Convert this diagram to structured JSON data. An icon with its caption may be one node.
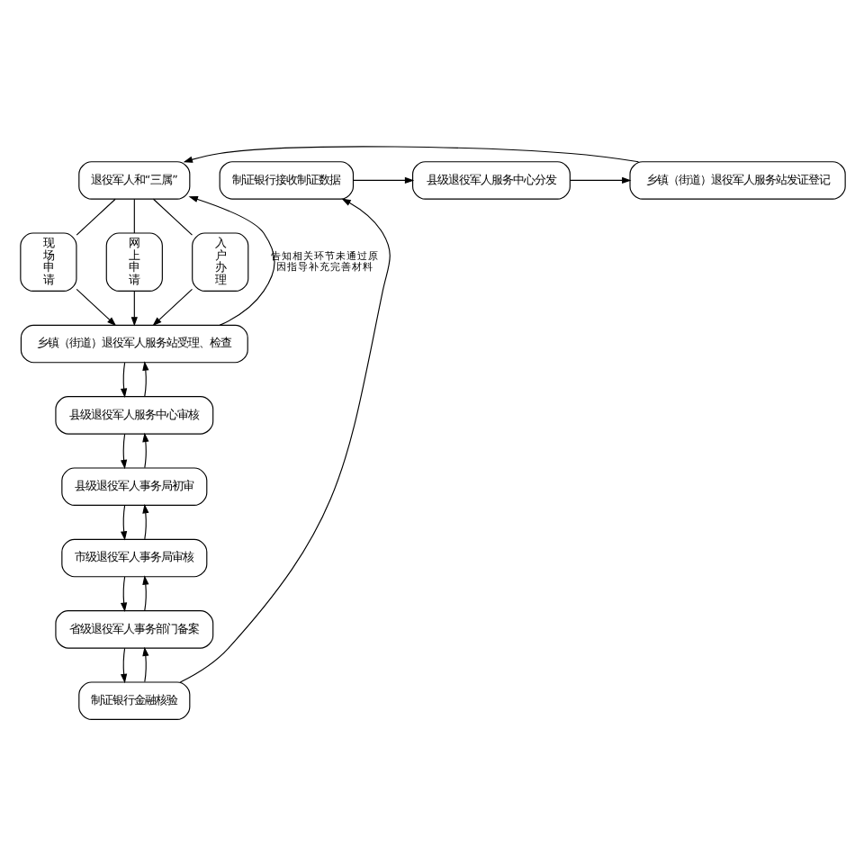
{
  "diagram": {
    "nodes": [
      {
        "text": [
          "退役军人和“三属”"
        ]
      },
      {
        "text": [
          "现场申请"
        ]
      },
      {
        "text": [
          "网上申请"
        ]
      },
      {
        "text": [
          "入户办理"
        ]
      },
      {
        "text": [
          "乡镇（街道）退役军人服务站受理、检查"
        ]
      },
      {
        "text": [
          "乡镇（街道）退役军人服务站发证登记"
        ]
      },
      {
        "text": [
          "县级退役军人服务中心审核"
        ]
      },
      {
        "text": [
          "县级退役军人事务局初审"
        ]
      },
      {
        "text": [
          "县级退役军人服务中心分发"
        ]
      },
      {
        "text": [
          "市级退役军人事务局审核"
        ]
      },
      {
        "text": [
          "省级退役军人事务部门备案"
        ]
      },
      {
        "text": [
          "制证银行接收制证数据"
        ]
      },
      {
        "text": [
          "制证银行金融核验"
        ]
      }
    ],
    "edges": [
      {
        "from": 0,
        "to": 1,
        "arrow": "none"
      },
      {
        "from": 0,
        "to": 2,
        "arrow": "none"
      },
      {
        "from": 0,
        "to": 3,
        "arrow": "none"
      },
      {
        "from": 1,
        "to": 4,
        "arrow": "to"
      },
      {
        "from": 2,
        "to": 4,
        "arrow": "to"
      },
      {
        "from": 3,
        "to": 4,
        "arrow": "to"
      },
      {
        "from": 4,
        "to": 0,
        "arrow": "to",
        "label": "告知相关环节未通过原因指导补充完善材料"
      },
      {
        "from": 4,
        "to": 6,
        "arrow": "to"
      },
      {
        "from": 6,
        "to": 4,
        "arrow": "to"
      },
      {
        "from": 6,
        "to": 7,
        "arrow": "to"
      },
      {
        "from": 7,
        "to": 6,
        "arrow": "to"
      },
      {
        "from": 7,
        "to": 9,
        "arrow": "to"
      },
      {
        "from": 9,
        "to": 7,
        "arrow": "to"
      },
      {
        "from": 9,
        "to": 10,
        "arrow": "to"
      },
      {
        "from": 10,
        "to": 9,
        "arrow": "to"
      },
      {
        "from": 10,
        "to": 12,
        "arrow": "to"
      },
      {
        "from": 12,
        "to": 10,
        "arrow": "to"
      },
      {
        "from": 12,
        "to": 11,
        "arrow": "to"
      },
      {
        "from": 11,
        "to": 8,
        "arrow": "to"
      },
      {
        "from": 8,
        "to": 5,
        "arrow": "to"
      },
      {
        "from": 5,
        "to": 0,
        "arrow": "to"
      }
    ]
  }
}
